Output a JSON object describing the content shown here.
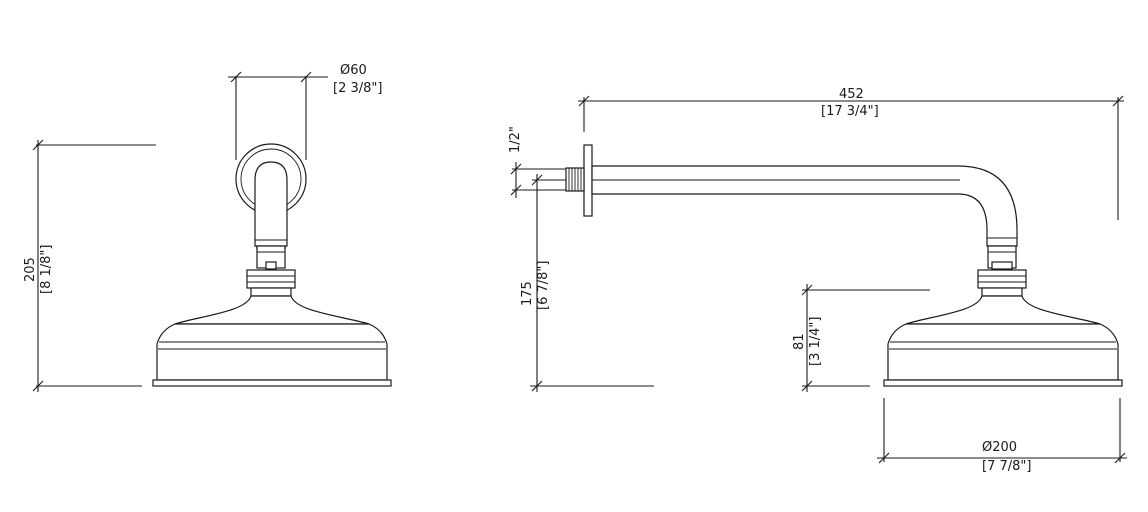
{
  "front_view": {
    "flange_diameter": "Ø60",
    "flange_diameter_imperial": "[2 3/8\"]",
    "total_height": "205",
    "total_height_imperial": "[8 1/8\"]"
  },
  "side_view": {
    "projection": "452",
    "projection_imperial": "[17 3/4\"]",
    "thread": "1/2\"",
    "head_height": "81",
    "head_height_imperial": "[3 1/4\"]",
    "drop_height": "175",
    "drop_height_imperial": "[6 7/8\"]",
    "head_diameter": "Ø200",
    "head_diameter_imperial": "[7 7/8\"]"
  },
  "colors": {
    "line": "#1a1a1a",
    "background": "#ffffff"
  }
}
